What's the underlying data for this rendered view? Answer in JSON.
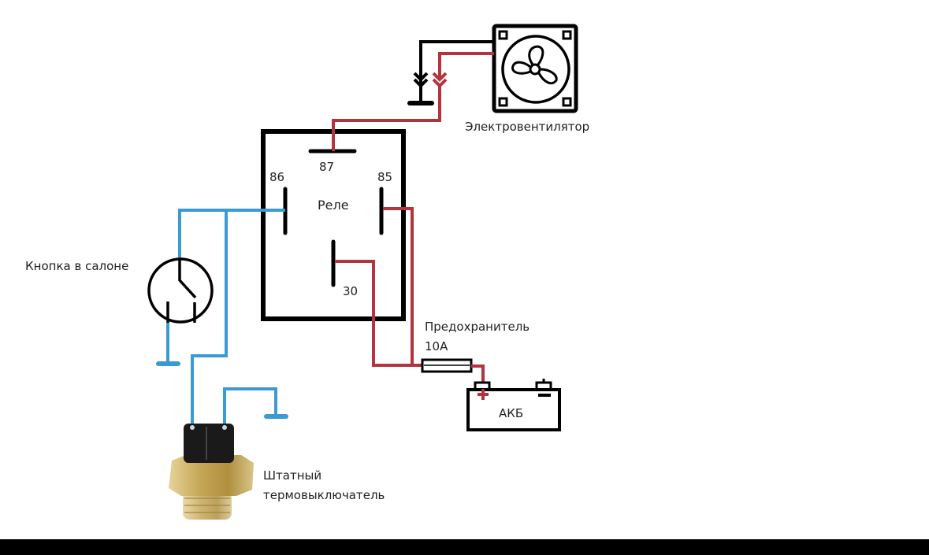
{
  "diagram": {
    "title": "Fan relay wiring",
    "colors": {
      "power_wire": "#b3343c",
      "signal_wire": "#3b9ad2",
      "outline": "#000000",
      "label": "#222222",
      "sensor_body": "#c7a95a",
      "sensor_connector": "#1a1a1a"
    },
    "components": {
      "fan": {
        "label": "Электровентилятор",
        "icon": "fan-icon"
      },
      "relay": {
        "label": "Реле",
        "pins": {
          "p87": "87",
          "p86": "86",
          "p85": "85",
          "p30": "30"
        }
      },
      "button": {
        "label": "Кнопка в салоне",
        "icon": "switch-icon"
      },
      "fuse": {
        "label_line1": "Предохранитель",
        "label_line2": "10А"
      },
      "battery": {
        "label": "АКБ",
        "plus": "+",
        "minus": "−"
      },
      "thermo_switch": {
        "label_line1": "Штатный",
        "label_line2": "термовыключатель"
      }
    }
  }
}
